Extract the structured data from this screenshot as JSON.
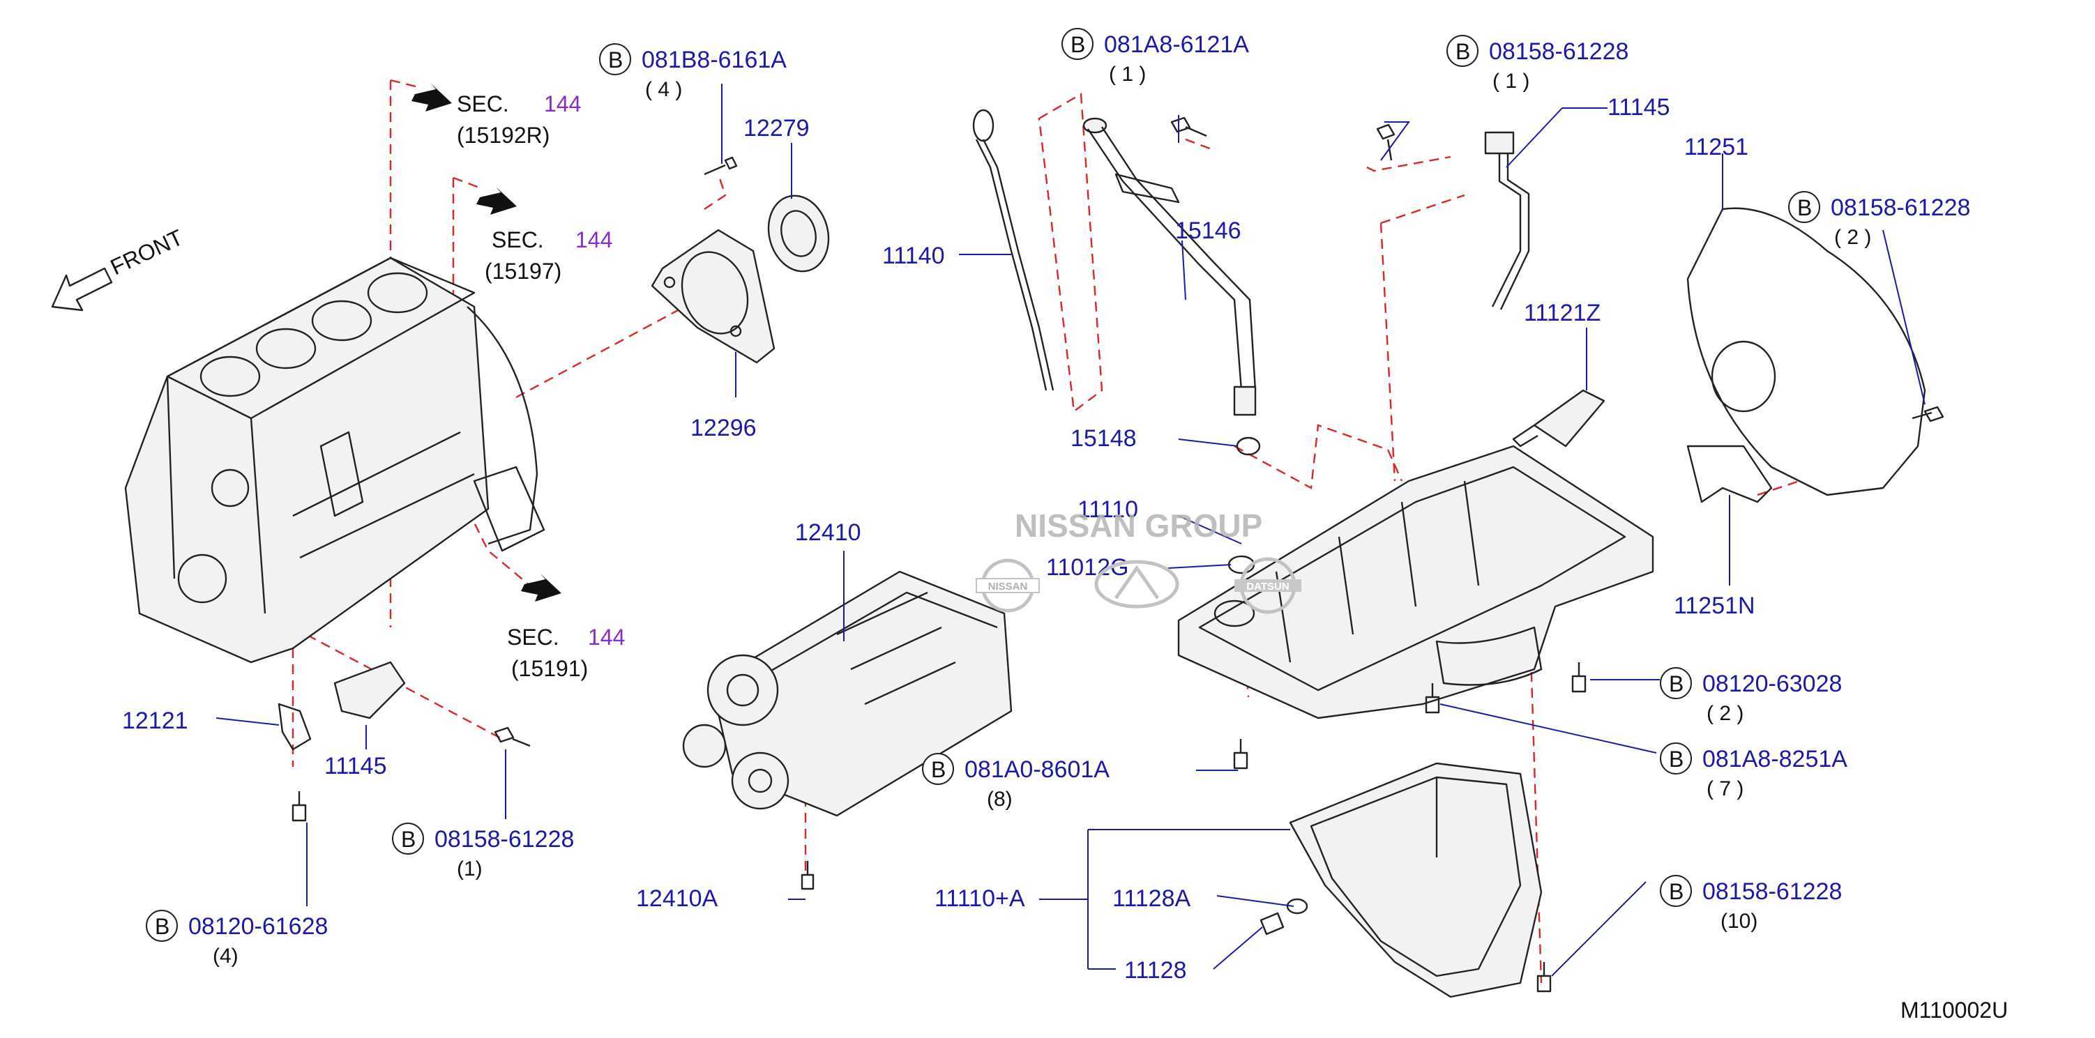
{
  "watermark": {
    "brand": "NISSAN GROUP",
    "badge_nissan": "NISSAN",
    "badge_datsun": "DATSUN"
  },
  "figure_code": "M110002U",
  "front_label": "FRONT",
  "bolt_prefix": "B",
  "section_refs": [
    {
      "label": "SEC.",
      "number": "144",
      "sub": "(15192R)"
    },
    {
      "label": "SEC.",
      "number": "144",
      "sub": "(15197)"
    },
    {
      "label": "SEC.",
      "number": "144",
      "sub": "(15191)"
    }
  ],
  "parts": {
    "p12279": "12279",
    "p12296": "12296",
    "p12410": "12410",
    "p12410A": "12410A",
    "p12121": "12121",
    "p11145_left": "11145",
    "p11145_top": "11145",
    "p11140": "11140",
    "p15146": "15146",
    "p15148": "15148",
    "p11110": "11110",
    "p11012G": "11012G",
    "p11121Z": "11121Z",
    "p11251": "11251",
    "p11251N": "11251N",
    "p11110A": "11110+A",
    "p11128A": "11128A",
    "p11128": "11128"
  },
  "bolts": [
    {
      "code": "081B8-6161A",
      "qty": "( 4 )"
    },
    {
      "code": "081A8-6121A",
      "qty": "( 1 )"
    },
    {
      "code": "08158-61228",
      "qty": "( 1 )"
    },
    {
      "code": "08158-61228",
      "qty": "( 2 )"
    },
    {
      "code": "08120-63028",
      "qty": "( 2 )"
    },
    {
      "code": "081A8-8251A",
      "qty": "( 7 )"
    },
    {
      "code": "08158-61228",
      "qty": "(10)"
    },
    {
      "code": "081A0-8601A",
      "qty": "(8)"
    },
    {
      "code": "08158-61228",
      "qty": "(1)"
    },
    {
      "code": "08120-61628",
      "qty": "(4)"
    }
  ]
}
